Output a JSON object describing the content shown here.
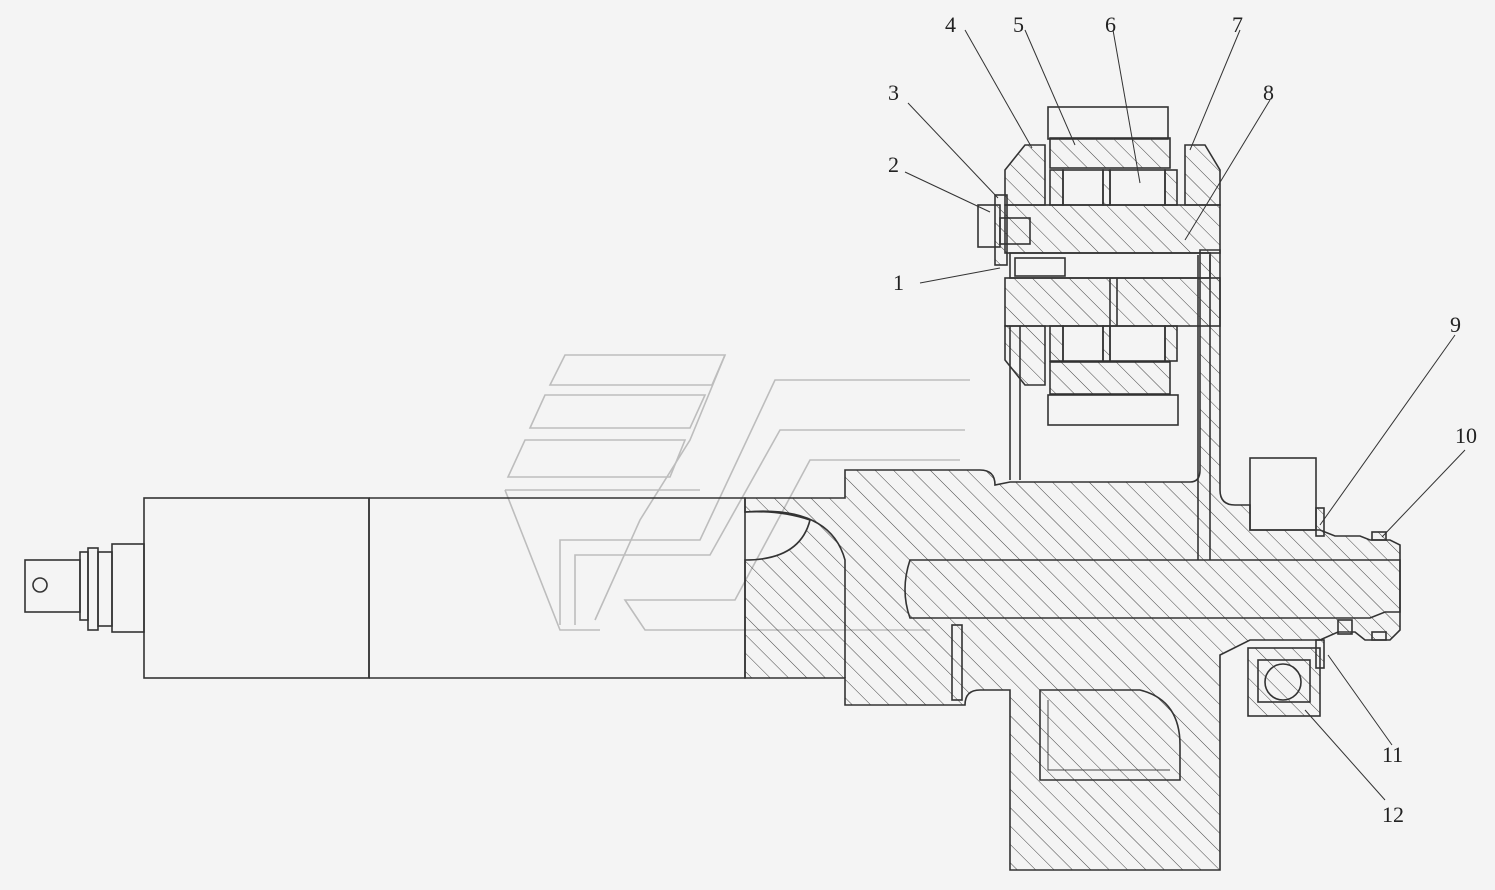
{
  "drawing": {
    "background": "#f4f4f4",
    "line_color": "#333333",
    "watermark_color": "#bdbdbd",
    "callouts": [
      {
        "label": "1"
      },
      {
        "label": "2"
      },
      {
        "label": "3"
      },
      {
        "label": "4"
      },
      {
        "label": "5"
      },
      {
        "label": "6"
      },
      {
        "label": "7"
      },
      {
        "label": "8"
      },
      {
        "label": "9"
      },
      {
        "label": "10"
      },
      {
        "label": "11"
      },
      {
        "label": "12"
      }
    ]
  }
}
